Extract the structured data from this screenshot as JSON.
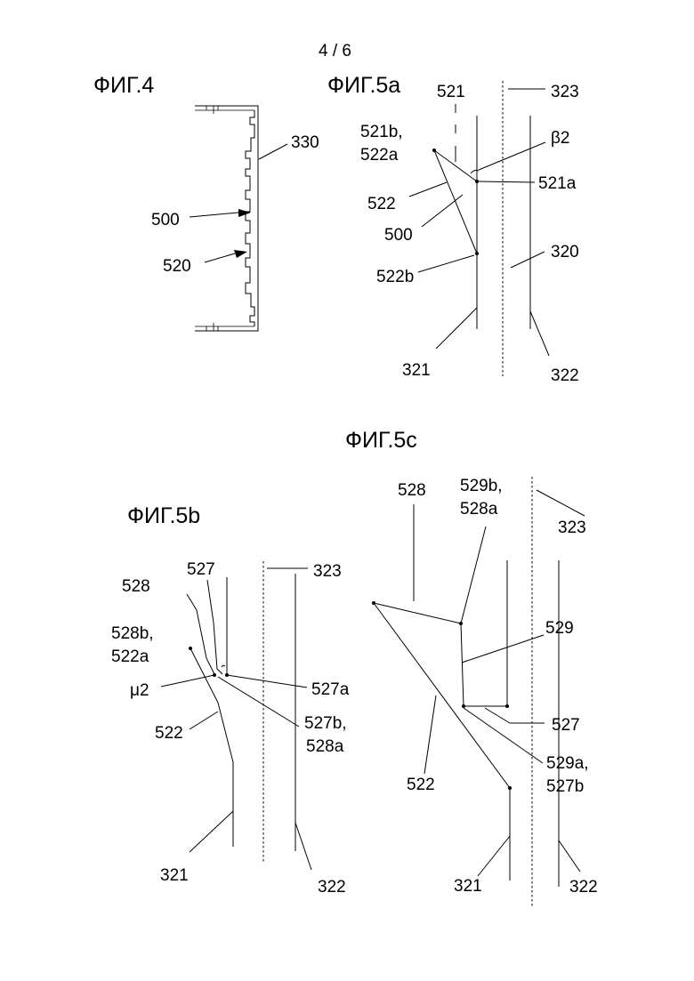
{
  "page_number": "4 / 6",
  "figures": {
    "fig4": {
      "title": "ФИГ.4",
      "labels": {
        "l330": "330",
        "l500": "500",
        "l520": "520"
      }
    },
    "fig5a": {
      "title": "ФИГ.5a",
      "labels": {
        "l521": "521",
        "l323": "323",
        "l521b": "521b,",
        "l522a": "522a",
        "lbeta2": "β2",
        "l521a": "521a",
        "l522": "522",
        "l500": "500",
        "l320": "320",
        "l522b": "522b",
        "l321": "321",
        "l322": "322"
      }
    },
    "fig5b": {
      "title": "ФИГ.5b",
      "labels": {
        "l527": "527",
        "l323": "323",
        "l528": "528",
        "l528b": "528b,",
        "l522a": "522a",
        "lmu2": "μ2",
        "l527a": "527a",
        "l522": "522",
        "l527b": "527b,",
        "l528a": "528a",
        "l321": "321",
        "l322": "322"
      }
    },
    "fig5c": {
      "title": "ФИГ.5c",
      "labels": {
        "l528": "528",
        "l529b": "529b,",
        "l528a": "528a",
        "l323": "323",
        "l529": "529",
        "l527": "527",
        "l522": "522",
        "l529a": "529a,",
        "l527b": "527b",
        "l321": "321",
        "l322": "322"
      }
    }
  }
}
